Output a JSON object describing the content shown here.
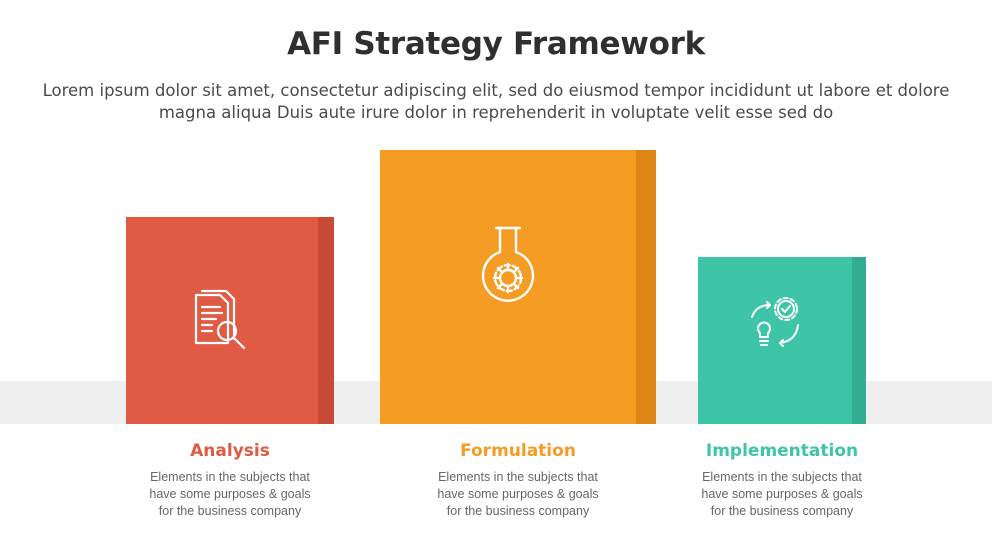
{
  "title": "AFI Strategy Framework",
  "subtitle": "Lorem ipsum dolor sit amet, consectetur adipiscing elit, sed do eiusmod tempor incididunt ut labore et dolore magna aliqua Duis aute irure dolor in reprehenderit in voluptate velit esse sed do",
  "colors": {
    "analysis": "#e05a44",
    "formulation": "#f59c25",
    "implementation": "#3ec4a6"
  },
  "steps": [
    {
      "label": "Analysis",
      "icon": "document-search-icon",
      "description": "Elements in the subjects that\nhave  some purposes & goals\nfor the  business company"
    },
    {
      "label": "Formulation",
      "icon": "flask-gear-icon",
      "description": "Elements in the subjects that\nhave  some purposes & goals\nfor the  business company"
    },
    {
      "label": "Implementation",
      "icon": "bulb-gear-cycle-icon",
      "description": "Elements in the subjects that\nhave  some purposes & goals\nfor the  business company"
    }
  ]
}
